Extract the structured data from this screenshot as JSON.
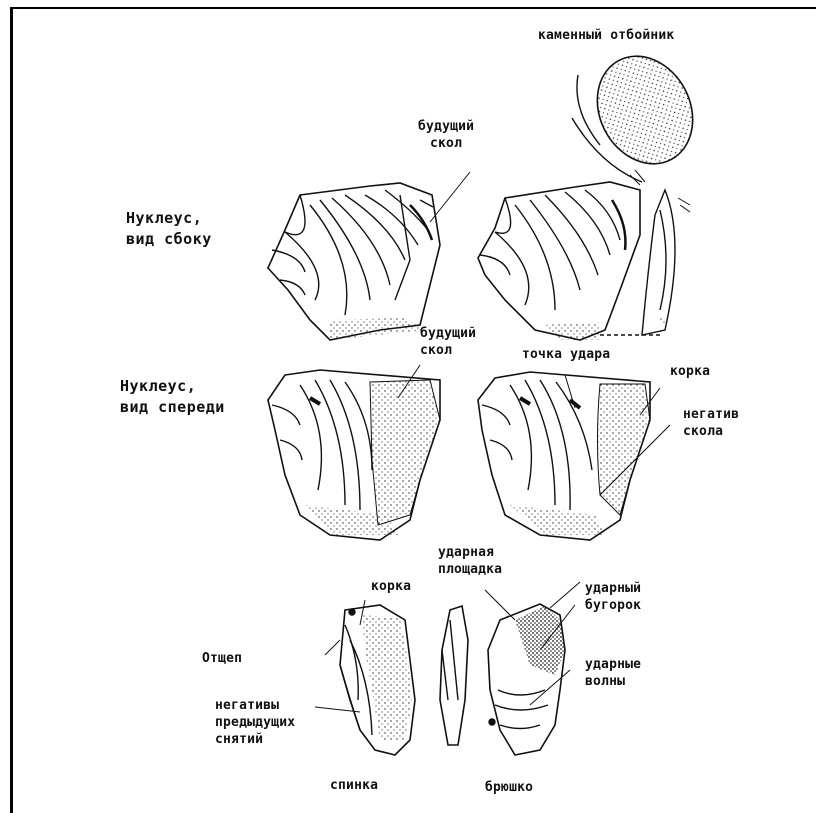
{
  "labels": {
    "hammerstone": "каменный отбойник",
    "future_flake_1": [
      "будущий",
      "скол"
    ],
    "nucleus_side": [
      "Нуклеус,",
      "вид сбоку"
    ],
    "future_flake_2": [
      "будущий",
      "скол"
    ],
    "impact_point": "точка удара",
    "cortex_1": "корка",
    "nucleus_front": [
      "Нуклеус,",
      "вид спереди"
    ],
    "flake_negative": [
      "негатив",
      "скола"
    ],
    "striking_platform": [
      "ударная",
      "площадка"
    ],
    "cortex_2": "корка",
    "bulb": [
      "ударный",
      "бугорок"
    ],
    "flake": "Отщеп",
    "ripples": [
      "ударные",
      "волны"
    ],
    "prior_negatives": [
      "негативы",
      "предыдущих",
      "снятий"
    ],
    "dorsal": "спинка",
    "ventral": "брюшко"
  }
}
